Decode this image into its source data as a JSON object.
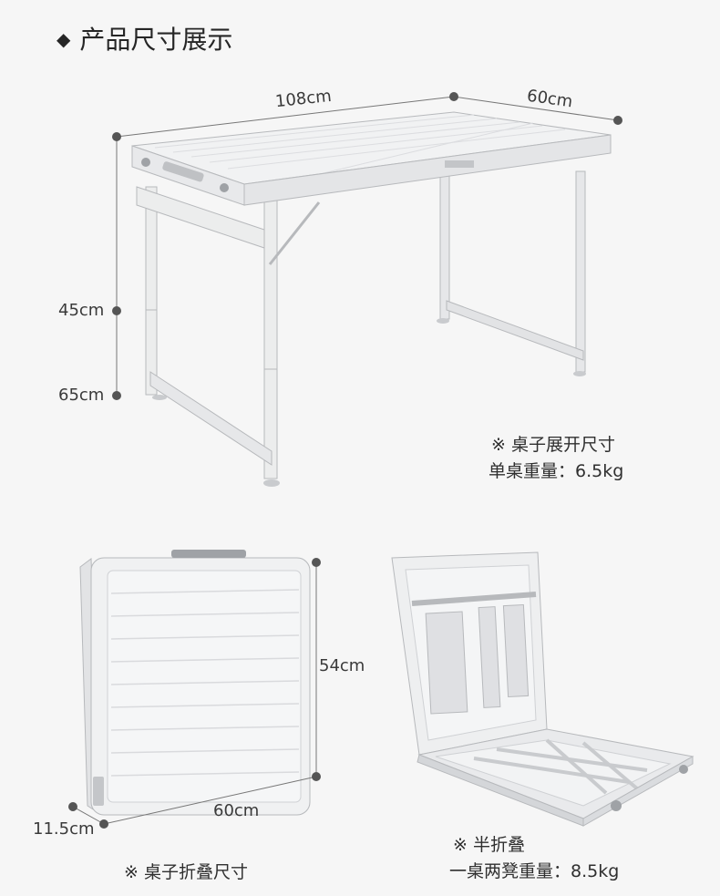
{
  "title": "产品尺寸展示",
  "title_marker": "◆",
  "unfolded": {
    "dims": {
      "length": "108cm",
      "width": "60cm",
      "height_low": "45cm",
      "height_high": "65cm"
    },
    "note_title": "※ 桌子展开尺寸",
    "note_weight": "单桌重量：6.5kg"
  },
  "folded": {
    "dims": {
      "height": "54cm",
      "width": "60cm",
      "depth": "11.5cm"
    },
    "note_title": "※ 桌子折叠尺寸"
  },
  "half_folded": {
    "note_title": "※ 半折叠",
    "note_weight": "一桌两凳重量：8.5kg"
  },
  "colors": {
    "dot": "#555555",
    "line": "#777777",
    "metal": "#e9eaec",
    "metal_edge": "#b7b9bc",
    "metal_dark": "#c9cbce"
  }
}
